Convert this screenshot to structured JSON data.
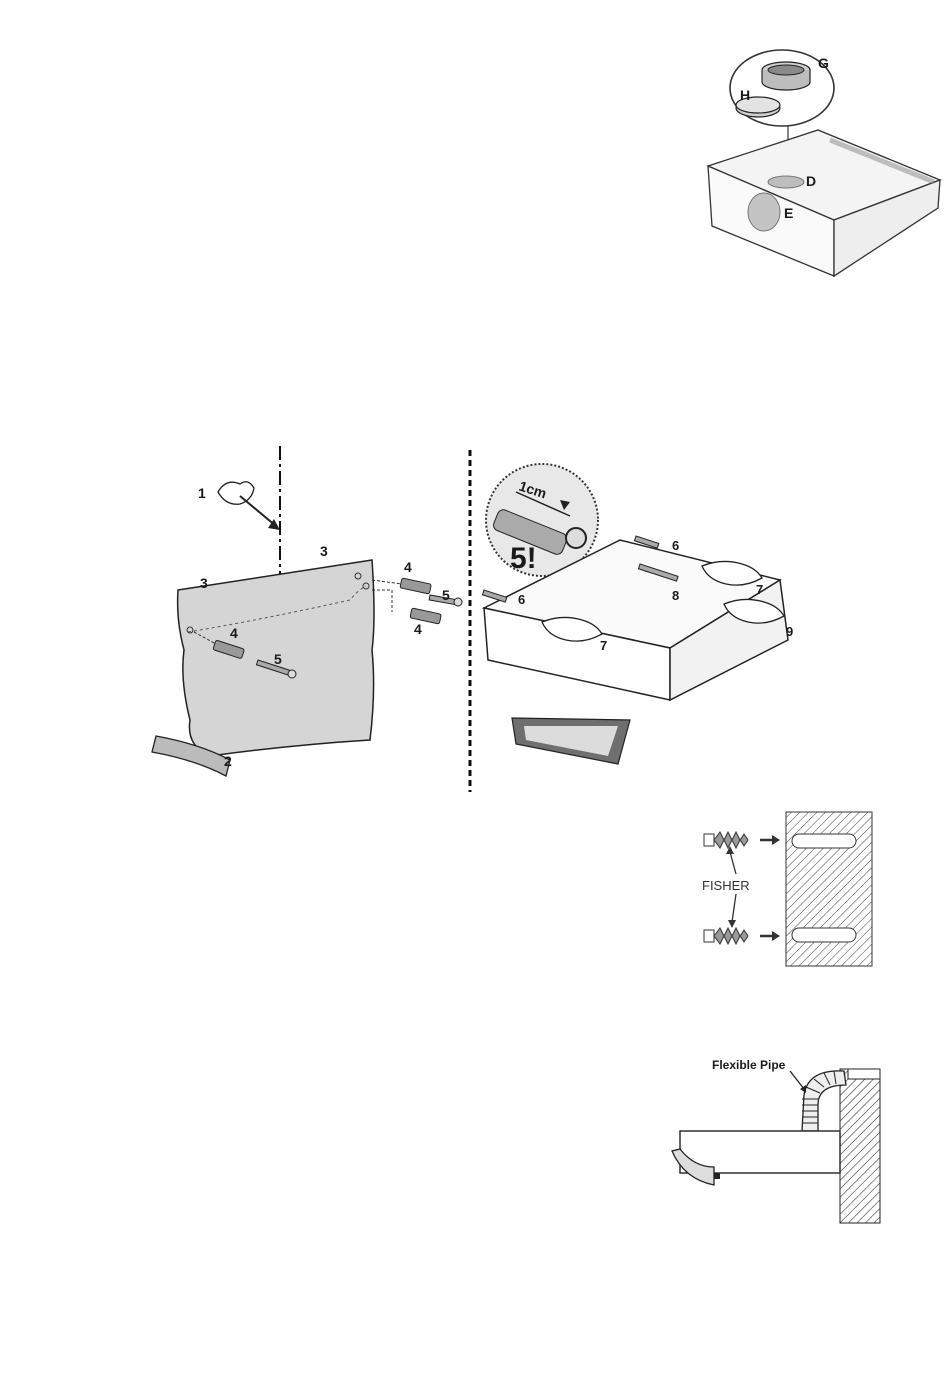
{
  "top_diagram": {
    "labels": {
      "g": "G",
      "h": "H",
      "d": "D",
      "e": "E"
    }
  },
  "main_diagram": {
    "labels": {
      "n1": "1",
      "n2": "2",
      "n3a": "3",
      "n3b": "3",
      "n4a": "4",
      "n4b": "4",
      "n4c": "4",
      "n5a": "5",
      "n5b": "5",
      "n6a": "6",
      "n6b": "6",
      "n7a": "7",
      "n7b": "7",
      "n8": "8",
      "n9": "9"
    },
    "detail_distance": "1cm",
    "detail_note": "5!"
  },
  "fisher_diagram": {
    "label": "FISHER"
  },
  "pipe_diagram": {
    "label": "Flexible Pipe"
  }
}
